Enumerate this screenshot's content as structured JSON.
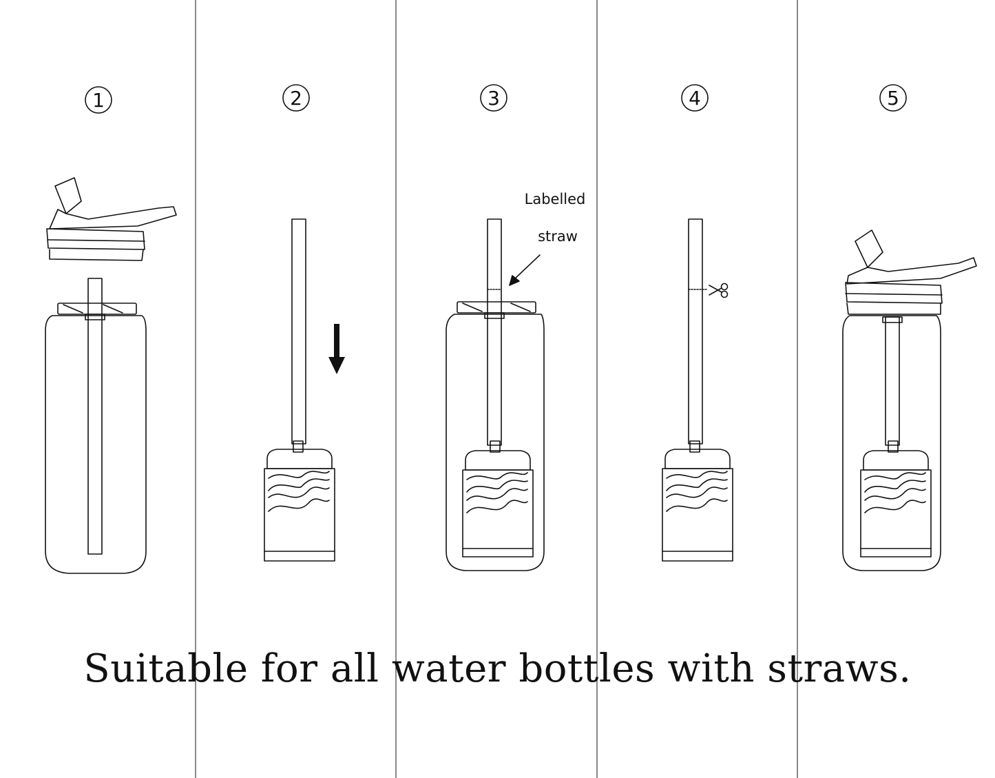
{
  "steps": [
    {
      "number": "1"
    },
    {
      "number": "2"
    },
    {
      "number": "3",
      "label_line1": "Labelled",
      "label_line2": "straw"
    },
    {
      "number": "4"
    },
    {
      "number": "5"
    }
  ],
  "caption": "Suitable for all water bottles with straws.",
  "icons": [
    "arrow-down-icon",
    "scissors-icon"
  ]
}
